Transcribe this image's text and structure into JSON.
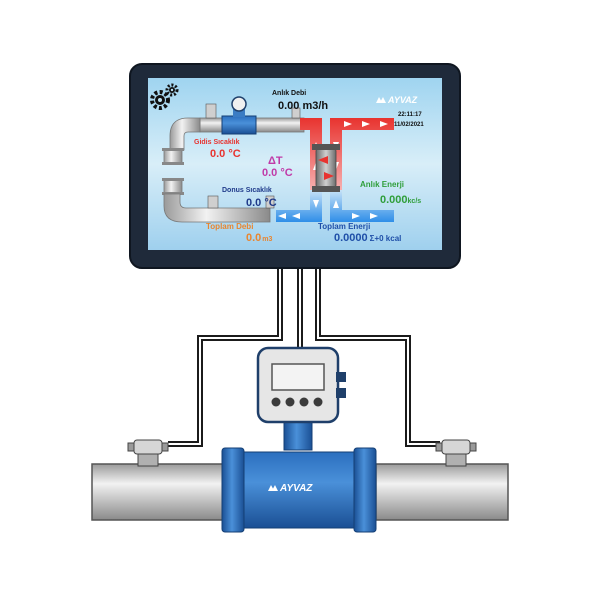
{
  "brand": {
    "name": "AYVAZ"
  },
  "screen": {
    "flow_rate_label": "Anlık Debi",
    "flow_rate_value": "0.00 m3/h",
    "time": "22:11:17",
    "date": "11/02/2021",
    "supply_temp_label": "Gidis Sıcaklık",
    "supply_temp_value": "0.0 °C",
    "delta_t_label": "ΔT",
    "delta_t_value": "0.0 °C",
    "return_temp_label": "Donus Sıcaklık",
    "return_temp_value": "0.0 °C",
    "instant_energy_label": "Anlık Enerji",
    "instant_energy_value": "0.000",
    "instant_energy_unit": "kc/s",
    "total_flow_label": "Toplam Debi",
    "total_flow_value": "0.0",
    "total_flow_unit": "m3",
    "total_energy_label": "Toplam Enerji",
    "total_energy_value": "0.0000",
    "total_energy_unit": "Σ+0 kcal"
  },
  "colors": {
    "bezel": "#1f2a3a",
    "screen_bg": "#bfe3f5",
    "hot": "#e8332f",
    "cold": "#2f8ee8",
    "meter_blue": "#1f5fa8",
    "pipe_gray": "#c8c8c8",
    "supply_temp": "#e8332f",
    "delta_t": "#c03aa8",
    "return_temp": "#1f3a8a",
    "instant_energy": "#2f9e3a",
    "total_flow": "#e8852f",
    "total_energy": "#1f4fa8"
  },
  "icons": {
    "settings": "gear-icon",
    "meter": "flow-meter-icon",
    "sensor": "temperature-sensor-icon",
    "exchanger": "heat-exchanger-icon"
  }
}
